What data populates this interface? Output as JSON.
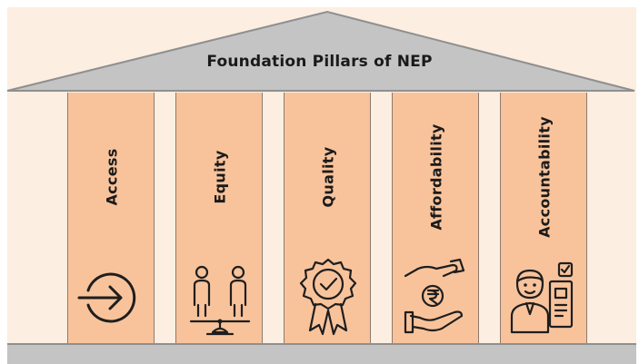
{
  "diagram": {
    "title": "Foundation Pillars of NEP",
    "pillars": [
      {
        "label": "Access",
        "icon": "arrow-right-circle-icon"
      },
      {
        "label": "Equity",
        "icon": "balance-scale-people-icon"
      },
      {
        "label": "Quality",
        "icon": "quality-badge-icon"
      },
      {
        "label": "Affordability",
        "icon": "rupee-hands-icon"
      },
      {
        "label": "Accountability",
        "icon": "person-dashboard-icon"
      }
    ]
  },
  "colors": {
    "background": "#fdeee2",
    "pillar": "#f8c39b",
    "roof": "#c4c4c4",
    "base": "#c4c4c4",
    "text": "#1a1a1a"
  }
}
